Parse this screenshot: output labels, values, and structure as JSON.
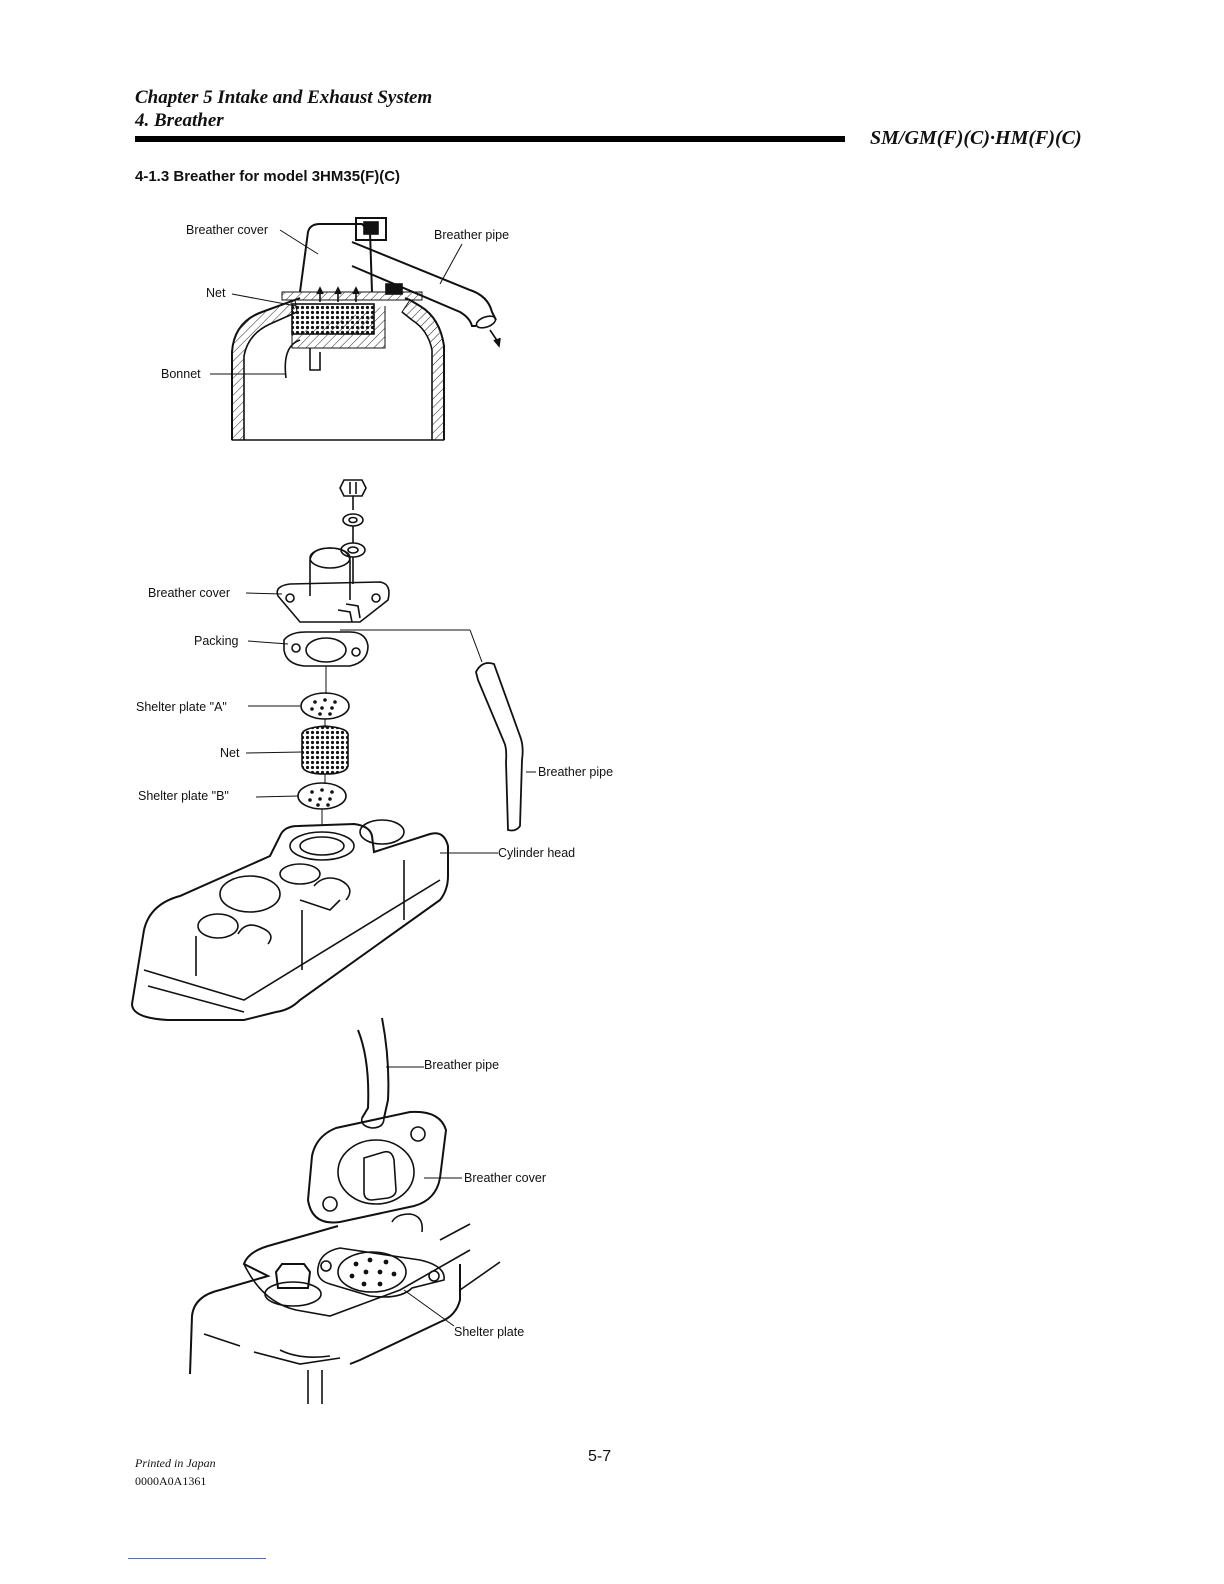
{
  "header": {
    "chapter": "Chapter 5 Intake and Exhaust System",
    "section": "4. Breather",
    "models": "SM/GM(F)(C)·HM(F)(C)"
  },
  "section_title": "4-1.3 Breather for model 3HM35(F)(C)",
  "figure1": {
    "labels": {
      "breather_cover": "Breather cover",
      "breather_pipe": "Breather pipe",
      "net": "Net",
      "bonnet": "Bonnet"
    }
  },
  "figure2": {
    "labels": {
      "breather_cover": "Breather cover",
      "packing": "Packing",
      "shelter_plate_a": "Shelter plate \"A\"",
      "net": "Net",
      "shelter_plate_b": "Shelter plate \"B\"",
      "breather_pipe": "Breather pipe",
      "cylinder_head": "Cylinder head"
    }
  },
  "figure3": {
    "labels": {
      "breather_pipe": "Breather pipe",
      "breather_cover": "Breather cover",
      "shelter_plate": "Shelter plate"
    }
  },
  "footer": {
    "printed": "Printed in Japan",
    "code": "0000A0A1361",
    "page": "5-7"
  }
}
